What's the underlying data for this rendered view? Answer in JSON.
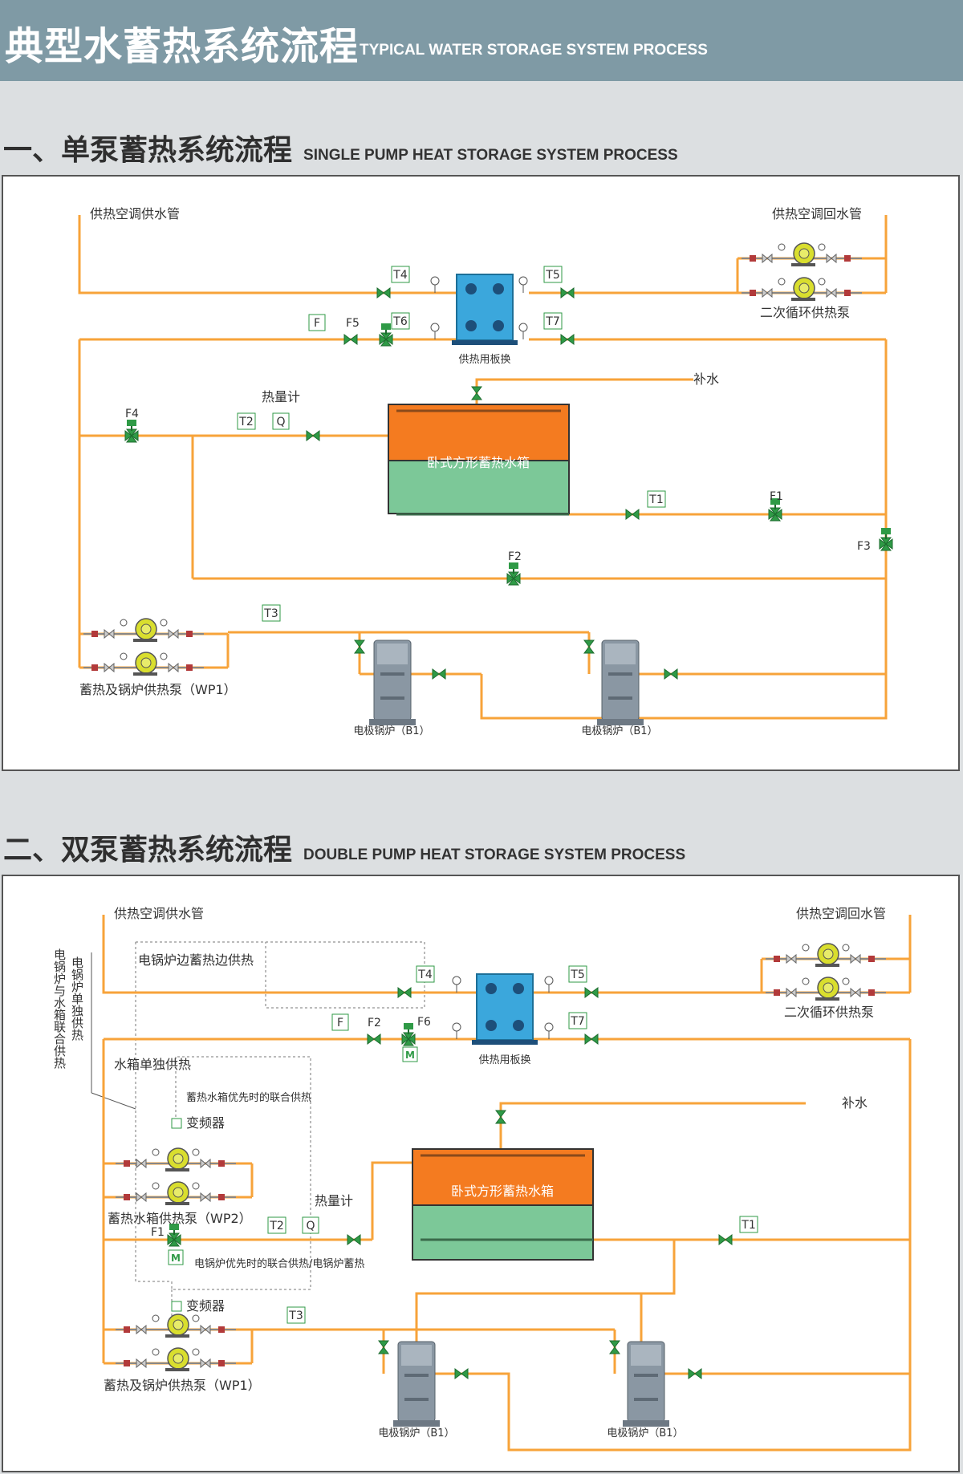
{
  "header": {
    "title": "典型水蓄热系统流程",
    "subtitle": "TYPICAL WATER STORAGE SYSTEM PROCESS"
  },
  "section1": {
    "title": "一、单泵蓄热系统流程",
    "subtitle": "SINGLE PUMP HEAT STORAGE SYSTEM PROCESS",
    "labels": {
      "supply": "供热空调供水管",
      "return": "供热空调回水管",
      "secondary_pump": "二次循环供热泵",
      "plate_hx": "供热用板换",
      "makeup": "补水",
      "heat_meter": "热量计",
      "tank": "卧式方形蓄热水箱",
      "wp1": "蓄热及锅炉供热泵（WP1）",
      "boiler": "电极锅炉（B1）"
    },
    "tags": {
      "t1": "T1",
      "t2": "T2",
      "t3": "T3",
      "t4": "T4",
      "t5": "T5",
      "t6": "T6",
      "t7": "T7",
      "f": "F",
      "q": "Q"
    },
    "valves": {
      "f1": "F1",
      "f2": "F2",
      "f3": "F3",
      "f4": "F4",
      "f5": "F5"
    }
  },
  "section2": {
    "title": "二、双泵蓄热系统流程",
    "subtitle": "DOUBLE PUMP HEAT STORAGE SYSTEM PROCESS",
    "labels": {
      "supply": "供热空调供水管",
      "return": "供热空调回水管",
      "secondary_pump": "二次循环供热泵",
      "plate_hx": "供热用板换",
      "makeup": "补水",
      "heat_meter": "热量计",
      "tank": "卧式方形蓄热水箱",
      "wp1": "蓄热及锅炉供热泵（WP1）",
      "wp2": "蓄热水箱供热泵（WP2）",
      "boiler": "电极锅炉（B1）",
      "mode_edge": "电锅炉边蓄热边供热",
      "mode_tank_only": "水箱单独供热",
      "mode_tank_priority": "蓄热水箱优先时的联合供热",
      "vfd": "变频器",
      "mode_boiler_priority": "电锅炉优先时的联合供热/电锅炉蓄热",
      "vertical_1": "电锅炉与水箱联合供热",
      "vertical_2": "电锅炉单独供热",
      "motor": "M"
    },
    "tags": {
      "t1": "T1",
      "t2": "T2",
      "t3": "T3",
      "t4": "T4",
      "t5": "T5",
      "t7": "T7",
      "f": "F",
      "q": "Q"
    },
    "valves": {
      "f1": "F1",
      "f2": "F2",
      "f6": "F6"
    }
  },
  "colors": {
    "pipe": "#f7a33a",
    "valve": "#2f9a46",
    "tank_top": "#f47b20",
    "tank_bottom": "#7cc898",
    "hx": "#3ba7dc",
    "pump": "#d9de2e",
    "boiler": "#8a97a3"
  }
}
